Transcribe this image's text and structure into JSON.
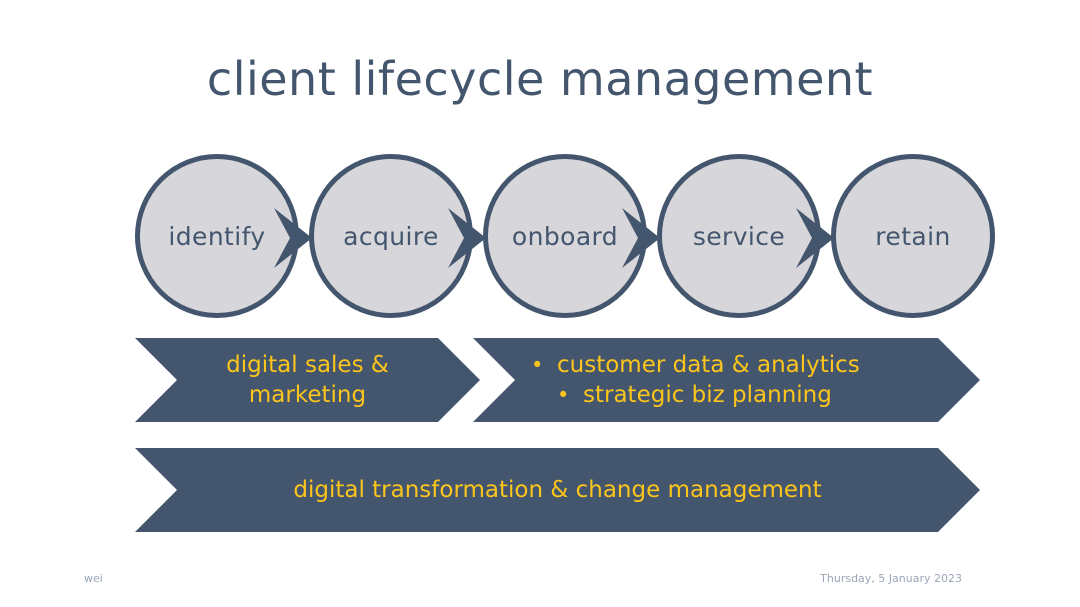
{
  "slide": {
    "title": "client lifecycle management",
    "background_color": "#ffffff",
    "accent_dark": "#44566e",
    "accent_yellow": "#fcc51c",
    "circle_fill": "#d7d7db"
  },
  "lifecycle": {
    "stages": [
      {
        "label": "identify"
      },
      {
        "label": "acquire"
      },
      {
        "label": "onboard"
      },
      {
        "label": "service"
      },
      {
        "label": "retain"
      }
    ],
    "connector_icon": "arrow-right-icon"
  },
  "banners": [
    {
      "id": "banner-digital-sales",
      "lines": [
        "digital sales &",
        "marketing"
      ],
      "bullets": []
    },
    {
      "id": "banner-customer-data",
      "lines": [],
      "bullets": [
        "customer data & analytics",
        "strategic biz planning"
      ],
      "bullet_glyph": "•"
    },
    {
      "id": "banner-digital-transformation",
      "lines": [
        "digital transformation & change management"
      ],
      "bullets": []
    }
  ],
  "footer": {
    "author": "wei",
    "date": "Thursday, 5 January 2023"
  }
}
